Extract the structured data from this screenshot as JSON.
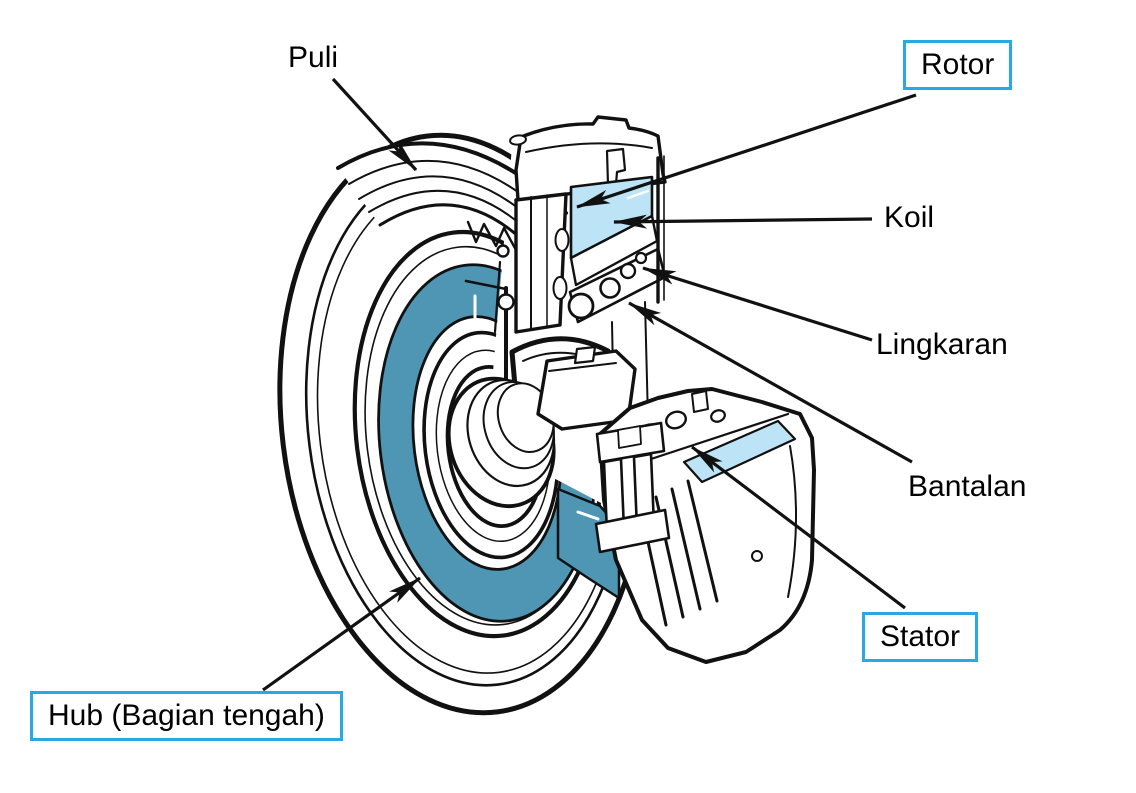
{
  "labels": {
    "puli": "Puli",
    "rotor": "Rotor",
    "koil": "Koil",
    "lingkaran": "Lingkaran",
    "bantalan": "Bantalan",
    "stator": "Stator",
    "hub": "Hub (Bagian tengah)"
  },
  "colors": {
    "hub_ring_highlight": "#4E96B4",
    "coil_highlight": "#BDE3F6",
    "label_box_border": "#29A9E1",
    "line": "#111111"
  }
}
